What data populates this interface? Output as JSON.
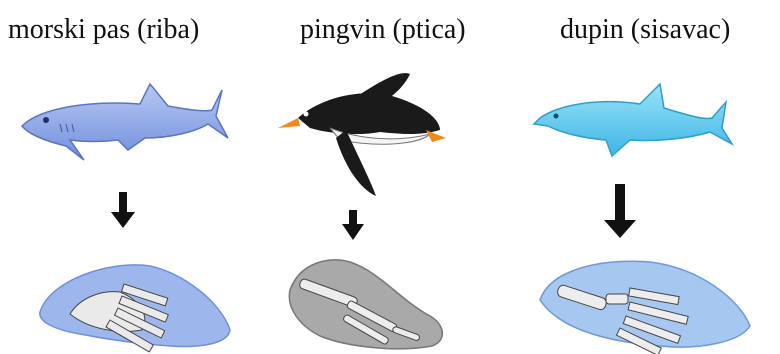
{
  "animals": [
    {
      "label": "morski pas (riba)",
      "icon": "shark-icon",
      "limb": "fish-fin-skeleton-icon"
    },
    {
      "label": "pingvin (ptica)",
      "icon": "penguin-icon",
      "limb": "bird-wing-skeleton-icon"
    },
    {
      "label": "dupin (sisavac)",
      "icon": "dolphin-icon",
      "limb": "mammal-flipper-skeleton-icon"
    }
  ],
  "colors": {
    "shark_body": "#8fa8e6",
    "penguin_black": "#1a1a1a",
    "penguin_beak": "#f08a1c",
    "dolphin_body": "#5cc6ec",
    "fin_fill": "#9db7ec",
    "wing_fill": "#a9a9a9",
    "flipper_fill": "#a6c8f0",
    "arrow": "#111111"
  }
}
